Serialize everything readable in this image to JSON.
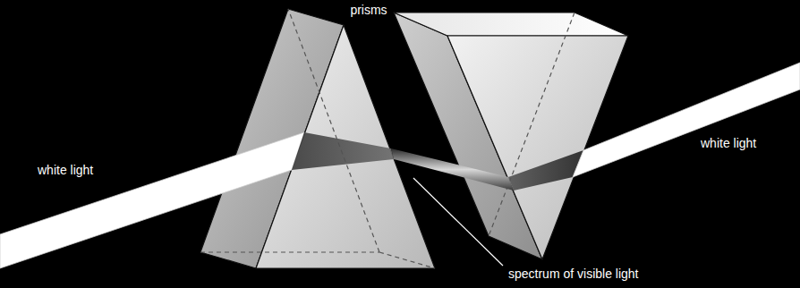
{
  "diagram": {
    "labels": [
      "prisms",
      "white light",
      "white light",
      "spectrum of visible light"
    ]
  }
}
